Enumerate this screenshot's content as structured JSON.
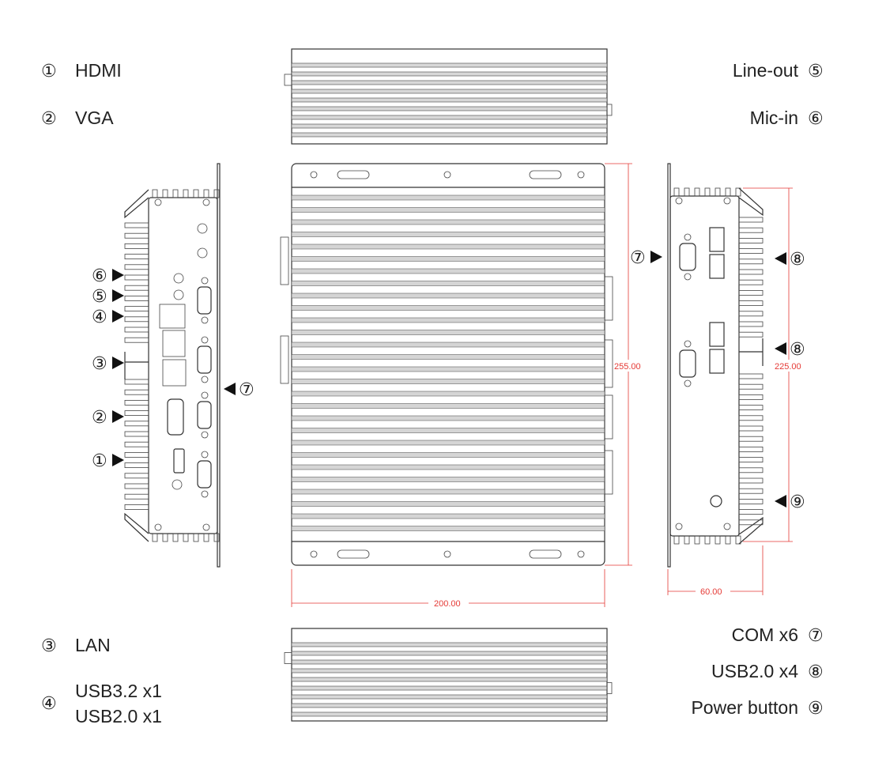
{
  "legend": {
    "hdmi": {
      "num": "①",
      "label": "HDMI"
    },
    "vga": {
      "num": "②",
      "label": "VGA"
    },
    "lan": {
      "num": "③",
      "label": "LAN"
    },
    "usb_front": {
      "num": "④",
      "label_line1": "USB3.2 x1",
      "label_line2": "USB2.0 x1"
    },
    "line_out": {
      "num": "⑤",
      "label": "Line-out"
    },
    "mic_in": {
      "num": "⑥",
      "label": "Mic-in"
    },
    "com": {
      "num": "⑦",
      "label": "COM x6"
    },
    "usb_rear": {
      "num": "⑧",
      "label": "USB2.0 x4"
    },
    "power": {
      "num": "⑨",
      "label": "Power button"
    }
  },
  "callouts": {
    "left": [
      "⑥",
      "⑤",
      "④",
      "③",
      "②",
      "①"
    ],
    "left_com": "⑦",
    "right_com": "⑦",
    "right": [
      "⑧",
      "⑧",
      "⑨"
    ]
  },
  "dimensions": {
    "length": "255.00",
    "width": "200.00",
    "panel_length": "225.00",
    "height": "60.00"
  },
  "colors": {
    "dimension": "#e53935",
    "line": "#333333"
  }
}
